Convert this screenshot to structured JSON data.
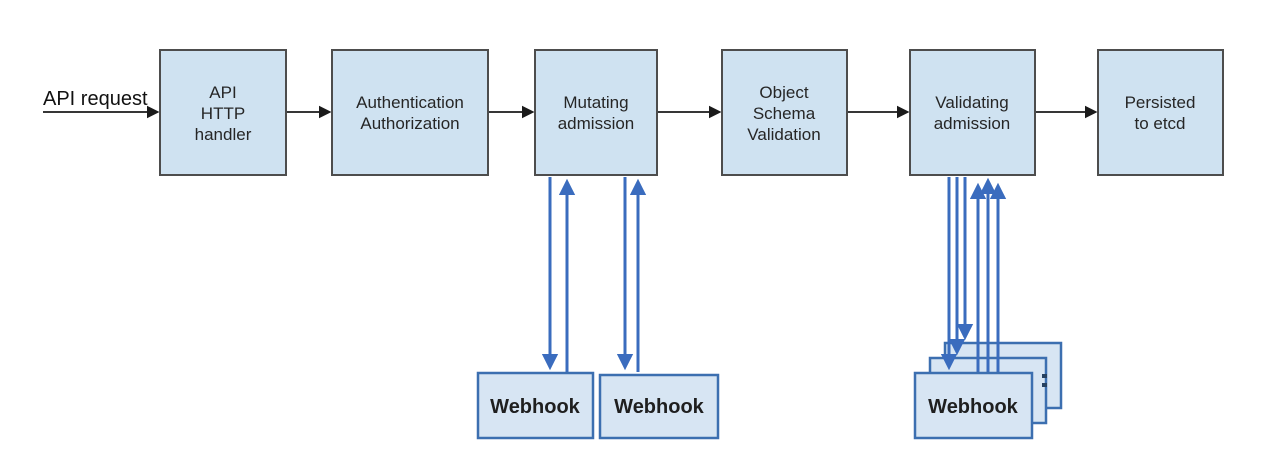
{
  "diagram": {
    "request_label": "API request",
    "stages": [
      {
        "name": "api-http-handler",
        "lines": [
          "API",
          "HTTP",
          "handler"
        ]
      },
      {
        "name": "authentication-authorization",
        "lines": [
          "Authentication",
          "Authorization"
        ]
      },
      {
        "name": "mutating-admission",
        "lines": [
          "Mutating",
          "admission"
        ]
      },
      {
        "name": "object-schema-validation",
        "lines": [
          "Object",
          "Schema",
          "Validation"
        ]
      },
      {
        "name": "validating-admission",
        "lines": [
          "Validating",
          "admission"
        ]
      },
      {
        "name": "persisted-to-etcd",
        "lines": [
          "Persisted",
          "to etcd"
        ]
      }
    ],
    "webhooks": {
      "mutating": [
        "Webhook",
        "Webhook"
      ],
      "validating": [
        "Webhook"
      ]
    },
    "icons": {
      "stack_more_icon": "vertical-ellipsis"
    },
    "colors": {
      "background": "#ffffff",
      "stage_fill": "#cfe2f1",
      "stage_border": "#4d4d4d",
      "webhook_fill": "#d7e5f3",
      "webhook_border": "#3c6fb0",
      "flow_arrow": "#1a1a1a",
      "webhook_arrow": "#3a6cbe",
      "text": "#262626"
    }
  }
}
